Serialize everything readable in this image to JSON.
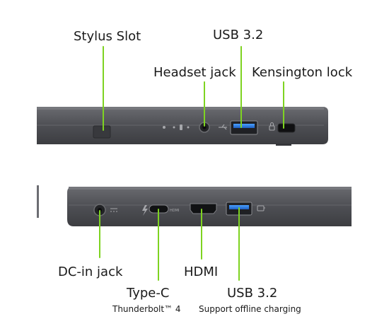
{
  "top_view": {
    "labels": {
      "stylus_slot": "Stylus Slot",
      "usb_top": "USB 3.2",
      "headset_jack": "Headset jack",
      "kensington_lock": "Kensington lock"
    }
  },
  "bottom_view": {
    "labels": {
      "dc_in": "DC-in jack",
      "type_c": "Type-C",
      "type_c_sub": "Thunderbolt™ 4",
      "hdmi": "HDMI",
      "usb_bottom": "USB 3.2",
      "usb_bottom_sub": "Support offline charging"
    },
    "port_marking": "HDMI"
  },
  "colors": {
    "chassis": "#4e4f54",
    "chassis_dark": "#3a3b3f",
    "pointer_line": "#7ed321",
    "usb_blue": "#2f7fe0",
    "text": "#1a1a1a"
  },
  "icons": [
    "charging-indicator-icon",
    "usb-symbol-icon",
    "lock-symbol-icon",
    "dc-symbol-icon",
    "thunderbolt-icon"
  ]
}
